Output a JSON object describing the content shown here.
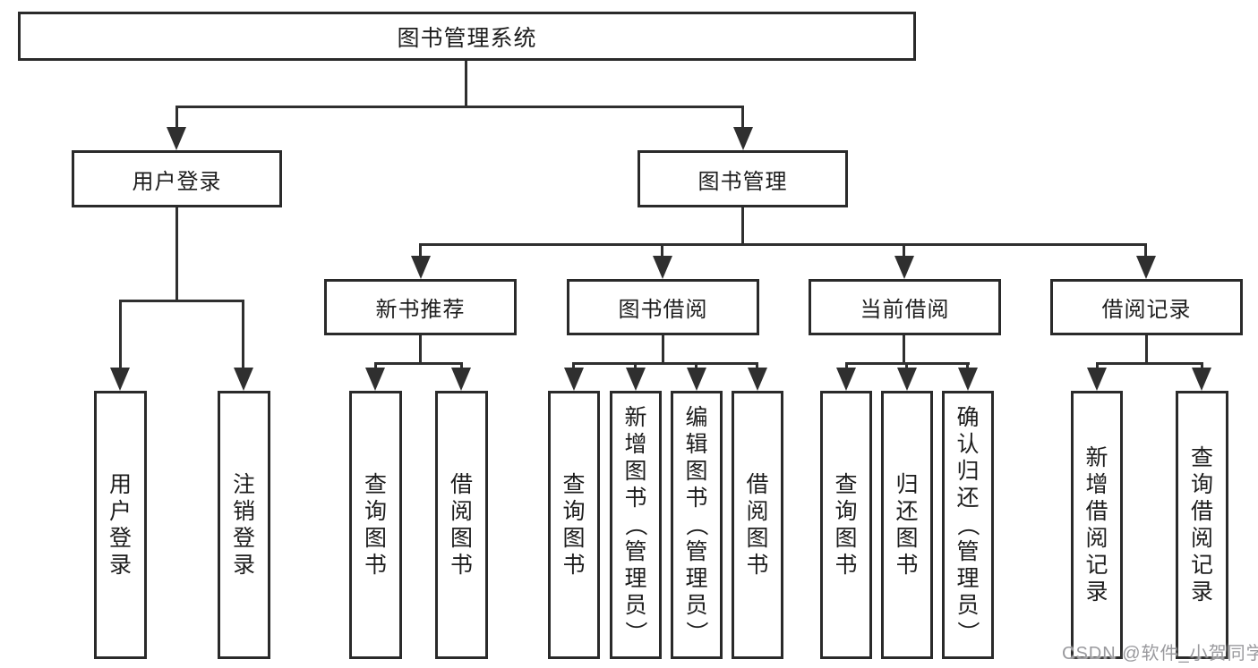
{
  "diagram": {
    "root": "图书管理系统",
    "level2": {
      "user_login": "用户登录",
      "book_mgmt": "图书管理"
    },
    "level3": {
      "new_books": "新书推荐",
      "borrowing": "图书借阅",
      "current": "当前借阅",
      "records": "借阅记录"
    },
    "leaves": {
      "user_login": "用户登录",
      "user_logout": "注销登录",
      "new_query": "查询图书",
      "new_borrow": "借阅图书",
      "borrow_query": "查询图书",
      "borrow_add": "新增图书（管理员）",
      "borrow_edit": "编辑图书（管理员）",
      "borrow_borrow": "借阅图书",
      "current_query": "查询图书",
      "current_return": "归还图书",
      "current_confirm": "确认归还（管理员）",
      "records_add": "新增借阅记录",
      "records_query": "查询借阅记录"
    }
  },
  "watermark": "CSDN @软件_小贺同学",
  "colors": {
    "line": "#2f2f2f",
    "border": "#2a2a2a",
    "text": "#1d1d1d",
    "watermark": "#9a9a9e",
    "background": "#ffffff"
  }
}
